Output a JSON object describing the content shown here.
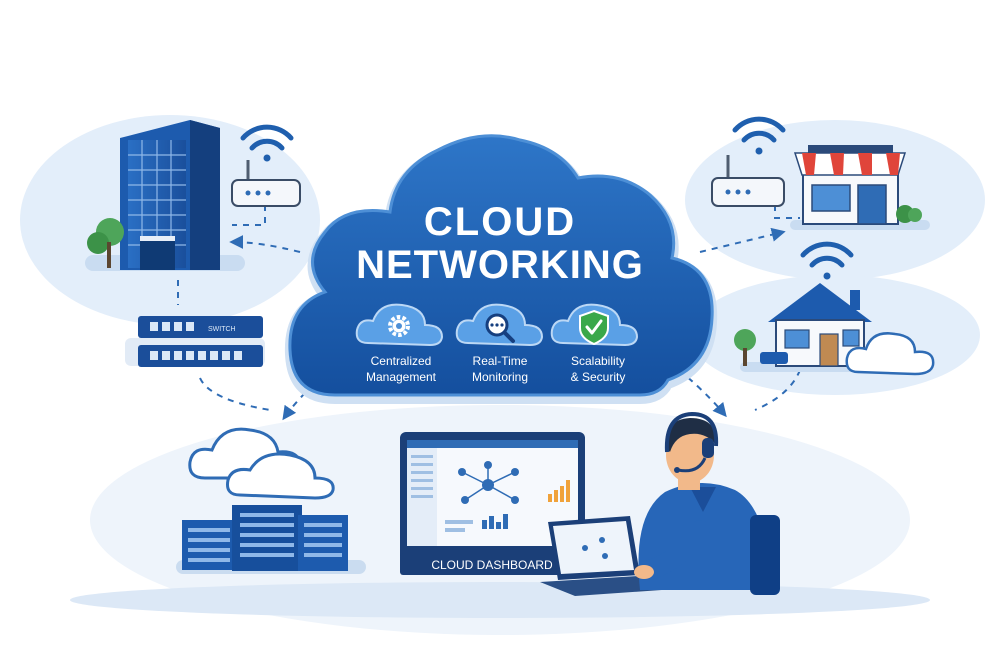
{
  "cloud": {
    "title_line1": "CLOUD",
    "title_line2": "NETWORKING",
    "features": [
      {
        "line1": "Centralized",
        "line2": "Management",
        "icon": "gear-icon"
      },
      {
        "line1": "Real-Time",
        "line2": "Monitoring",
        "icon": "magnifier-icon"
      },
      {
        "line1": "Scalability",
        "line2": "& Security",
        "icon": "shield-check-icon"
      }
    ]
  },
  "switch_label": "SWITCH",
  "dashboard_label": "CLOUD DASHBOARD",
  "colors": {
    "primary_blue": "#1f5fae",
    "dark_blue": "#0f3f86",
    "light_blue": "#dbeaf8",
    "accent_orange": "#f0a23a",
    "shield_green": "#3aa84a",
    "awning_red": "#e0453a"
  }
}
